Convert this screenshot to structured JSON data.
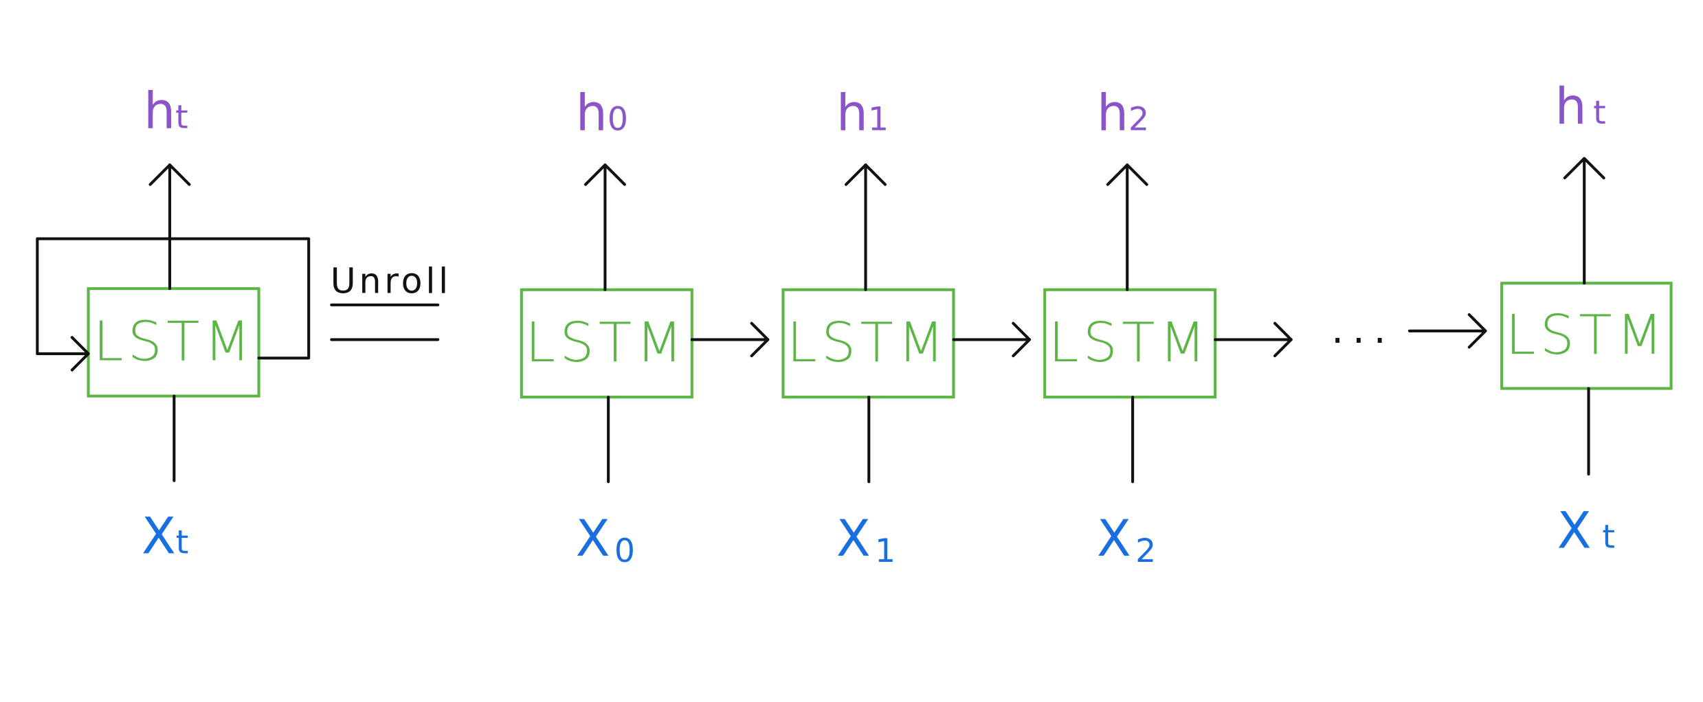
{
  "diagram": {
    "folded": {
      "cell_label": "LSTM",
      "output": {
        "symbol": "h",
        "subscript": "t"
      },
      "input": {
        "symbol": "X",
        "subscript": "t"
      }
    },
    "unroll_label": "Unroll",
    "unrolled": [
      {
        "cell_label": "LSTM",
        "output": {
          "symbol": "h",
          "subscript": "0"
        },
        "input": {
          "symbol": "X",
          "subscript": "0"
        }
      },
      {
        "cell_label": "LSTM",
        "output": {
          "symbol": "h",
          "subscript": "1"
        },
        "input": {
          "symbol": "X",
          "subscript": "1"
        }
      },
      {
        "cell_label": "LSTM",
        "output": {
          "symbol": "h",
          "subscript": "2"
        },
        "input": {
          "symbol": "X",
          "subscript": "2"
        }
      },
      {
        "cell_label": "LSTM",
        "output": {
          "symbol": "h",
          "subscript": "t"
        },
        "input": {
          "symbol": "X",
          "subscript": "t"
        }
      }
    ],
    "ellipsis": "...",
    "colors": {
      "cell": "#5cb545",
      "output": "#8a55c8",
      "input": "#1a6fe0",
      "line": "#111111"
    }
  }
}
